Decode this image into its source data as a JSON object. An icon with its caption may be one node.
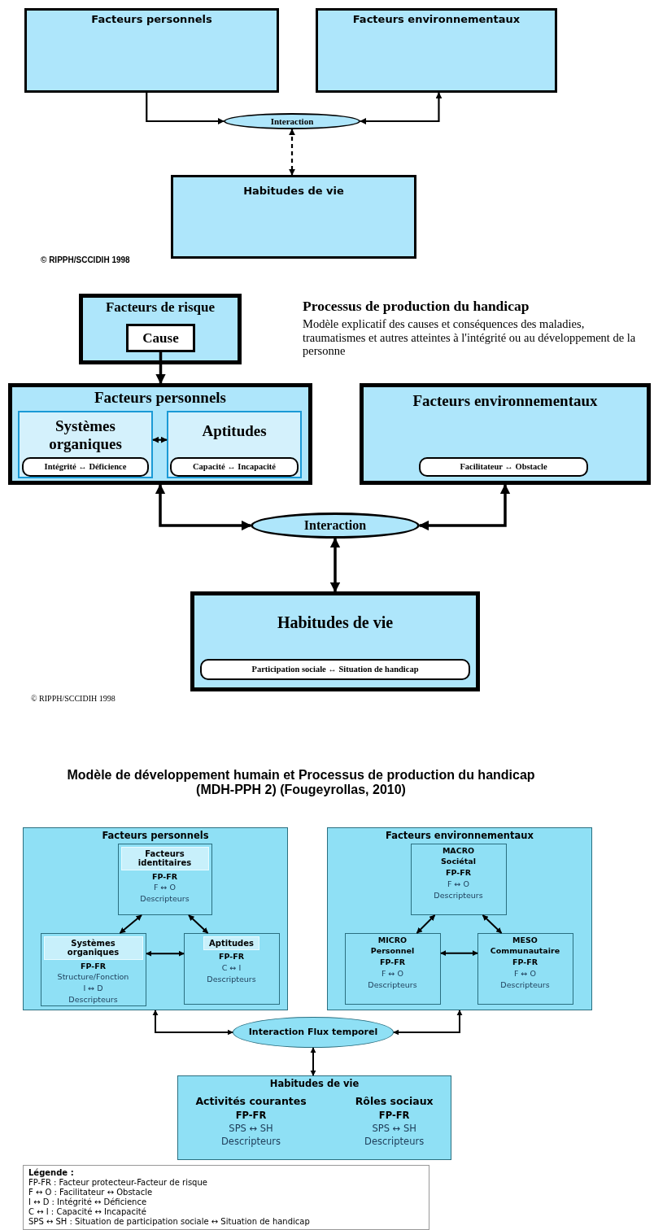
{
  "diagram": {
    "nodes": [
      {
        "text": [
          "Facteurs personnels"
        ]
      },
      {
        "text": [
          "Facteurs environnementaux"
        ]
      },
      {
        "text": [
          "Interaction"
        ]
      },
      {
        "text": [
          "Habitudes de vie"
        ]
      },
      {
        "text": [
          "Facteurs de risque"
        ]
      },
      {
        "text": [
          "Cause"
        ],
        "in": 4
      },
      {
        "text": [
          "Facteurs personnels"
        ]
      },
      {
        "text": [
          "Systèmes organiques"
        ],
        "in": 6
      },
      {
        "text": [
          "Intégrité ↔ Déficience"
        ],
        "in": 7
      },
      {
        "text": [
          "Aptitudes"
        ],
        "in": 6
      },
      {
        "text": [
          "Capacité ↔ Incapacité"
        ],
        "in": 9
      },
      {
        "text": [
          "Facteurs environnementaux"
        ]
      },
      {
        "text": [
          "Facilitateur ↔ Obstacle"
        ],
        "in": 11
      },
      {
        "text": [
          "Interaction"
        ]
      },
      {
        "text": [
          "Habitudes de vie"
        ]
      },
      {
        "text": [
          "Participation sociale ↔ Situation de handicap"
        ],
        "in": 14
      },
      {
        "text": [
          "Facteurs personnels"
        ]
      },
      {
        "text": [
          "Facteurs identitaires",
          "FP-FR",
          "F ↔ O",
          "Descripteurs"
        ],
        "in": 16
      },
      {
        "text": [
          "Systèmes organiques",
          "FP-FR",
          "Structure/Fonction",
          "I ↔ D",
          "Descripteurs"
        ],
        "in": 16
      },
      {
        "text": [
          "Aptitudes",
          "FP-FR",
          "C ↔ I",
          "Descripteurs"
        ],
        "in": 16
      },
      {
        "text": [
          "Facteurs environnementaux"
        ]
      },
      {
        "text": [
          "MACRO",
          "Sociétal",
          "FP-FR",
          "F ↔ O",
          "Descripteurs"
        ],
        "in": 20
      },
      {
        "text": [
          "MICRO",
          "Personnel",
          "FP-FR",
          "F ↔ O",
          "Descripteurs"
        ],
        "in": 20
      },
      {
        "text": [
          "MESO",
          "Communautaire",
          "FP-FR",
          "F ↔ O",
          "Descripteurs"
        ],
        "in": 20
      },
      {
        "text": [
          "Interaction Flux temporel"
        ]
      },
      {
        "text": [
          "Habitudes de vie",
          "Activités courantes",
          "FP-FR",
          "SPS ↔ SH",
          "Descripteurs",
          "Rôles sociaux",
          "FP-FR",
          "SPS ↔ SH",
          "Descripteurs"
        ]
      }
    ],
    "edges": [
      {
        "from": 0,
        "to": 2,
        "arrow": "to"
      },
      {
        "from": 1,
        "to": 2,
        "arrow": "both"
      },
      {
        "from": 2,
        "to": 3,
        "arrow": "both",
        "style": "dashed"
      },
      {
        "from": 5,
        "to": 6,
        "arrow": "to"
      },
      {
        "from": 7,
        "to": 9,
        "arrow": "both"
      },
      {
        "from": 6,
        "to": 13,
        "arrow": "both"
      },
      {
        "from": 11,
        "to": 13,
        "arrow": "both"
      },
      {
        "from": 13,
        "to": 14,
        "arrow": "both"
      },
      {
        "from": 17,
        "to": 18,
        "arrow": "both"
      },
      {
        "from": 17,
        "to": 19,
        "arrow": "both"
      },
      {
        "from": 18,
        "to": 19,
        "arrow": "both"
      },
      {
        "from": 21,
        "to": 22,
        "arrow": "both"
      },
      {
        "from": 21,
        "to": 23,
        "arrow": "both"
      },
      {
        "from": 22,
        "to": 23,
        "arrow": "both"
      },
      {
        "from": 16,
        "to": 24,
        "arrow": "both"
      },
      {
        "from": 20,
        "to": 24,
        "arrow": "both"
      },
      {
        "from": 24,
        "to": 25,
        "arrow": "both"
      }
    ],
    "labels": [
      "© RIPPH/SCCIDIH 1998",
      "Processus de production du handicap",
      "Modèle explicatif des causes et conséquences des maladies, traumatismes et autres atteintes à l'intégrité ou au développement de la personne",
      "© RIPPH/SCCIDIH 1998",
      "Modèle de développement humain et Processus de production du handicap (MDH-PPH 2) (Fougeyrollas, 2010)",
      "Légende :",
      "FP-FR : Facteur protecteur-Facteur de risque",
      "F ↔ O : Facilitateur ↔ Obstacle",
      "I ↔ D : Intégrité ↔ Déficience",
      "C ↔ I : Capacité ↔ Incapacité",
      "SPS ↔ SH : Situation de participation sociale ↔ Situation de handicap"
    ]
  }
}
